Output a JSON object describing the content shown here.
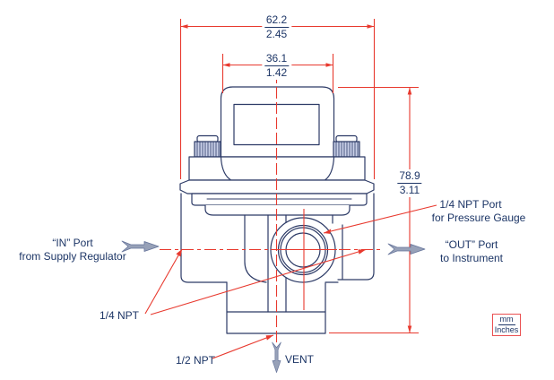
{
  "dimensions": {
    "overall_width": {
      "mm": "62.2",
      "inches": "2.45"
    },
    "knob_width": {
      "mm": "36.1",
      "inches": "1.42"
    },
    "overall_height": {
      "mm": "78.9",
      "inches": "3.11"
    }
  },
  "labels": {
    "in_port": [
      "“IN” Port",
      "from Supply Regulator"
    ],
    "out_port": [
      "“OUT” Port",
      "to Instrument"
    ],
    "gauge_port": [
      "1/4 NPT Port",
      "for Pressure Gauge"
    ],
    "inlet_outlet_thread": "1/4 NPT",
    "vent_thread": "1/2 NPT",
    "vent": "VENT"
  },
  "units_legend": {
    "top": "mm",
    "bottom": "Inches"
  },
  "colors": {
    "line_navy": "#2c3a66",
    "red": "#e8392e",
    "text_navy": "#1c3566",
    "arrow_gray": "#97a1b8",
    "arrow_edge": "#64739a",
    "knurl_fill": "#c9d0e8",
    "box_red": "#ea5152"
  }
}
